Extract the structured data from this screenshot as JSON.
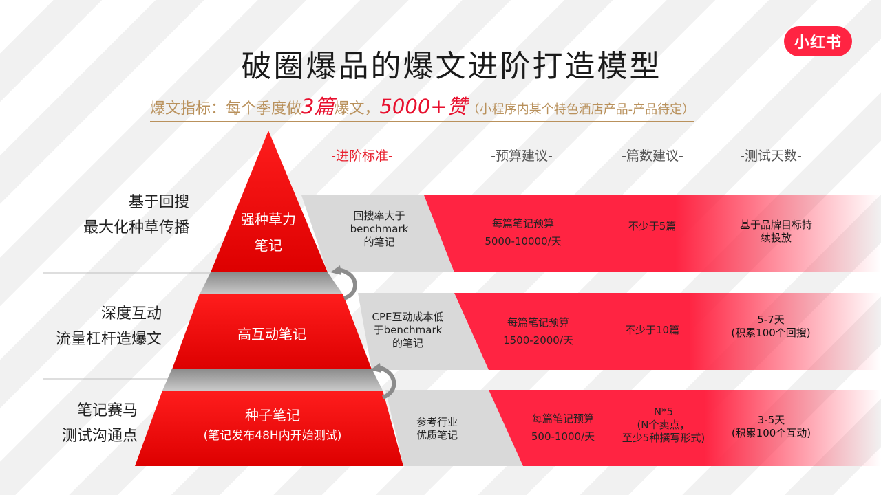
{
  "brand": {
    "logo_text": "小红书",
    "accent": "#ff2442"
  },
  "title": "破圈爆品的爆文进阶打造模型",
  "subtitle": {
    "prefix": "爆文指标：每个季度做",
    "count": "3篇",
    "mid": "爆文，",
    "likes": "5000+赞",
    "note": "（小程序内某个特色酒店产品-产品待定）"
  },
  "columns": [
    "-进阶标准-",
    "-预算建议-",
    "-篇数建议-",
    "-测试天数-"
  ],
  "rows": [
    {
      "label_lines": [
        "基于回搜",
        "最大化种草传播"
      ],
      "tier_lines": [
        "强种草力",
        "笔记"
      ],
      "standard_lines": [
        "回搜率大于",
        "benchmark",
        "的笔记"
      ],
      "budget_lines": [
        "每篇笔记预算",
        "5000-10000/天"
      ],
      "count_lines": [
        "不少于5篇"
      ],
      "days_lines": [
        "基于品牌目标持",
        "续投放"
      ]
    },
    {
      "label_lines": [
        "深度互动",
        "流量杠杆造爆文"
      ],
      "tier_lines": [
        "高互动笔记"
      ],
      "standard_lines": [
        "CPE互动成本低",
        "于benchmark",
        "的笔记"
      ],
      "budget_lines": [
        "每篇笔记预算",
        "1500-2000/天"
      ],
      "count_lines": [
        "不少于10篇"
      ],
      "days_lines": [
        "5-7天",
        "(积累100个回搜)"
      ]
    },
    {
      "label_lines": [
        "笔记赛马",
        "测试沟通点"
      ],
      "tier_lines": [
        "种子笔记",
        "(笔记发布48H内开始测试)"
      ],
      "standard_lines": [
        "参考行业",
        "优质笔记"
      ],
      "budget_lines": [
        "每篇笔记预算",
        "500-1000/天"
      ],
      "count_lines": [
        "N*5",
        "(N个卖点，",
        "至少5种撰写形式)"
      ],
      "days_lines": [
        "3-5天",
        "(积累100个互动)"
      ]
    }
  ],
  "colors": {
    "red": "#e00000",
    "band_red": "#ff2442",
    "band_grey": "#d9d9d9",
    "gold": "#b9915c"
  }
}
